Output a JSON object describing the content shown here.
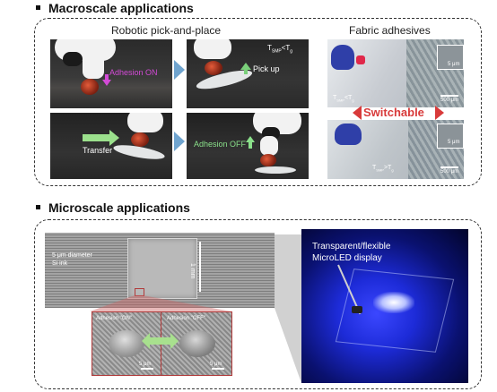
{
  "macroscale": {
    "heading": "Macroscale applications",
    "robotic": {
      "title": "Robotic pick-and-place",
      "adhesion_on": "Adhesion ON",
      "pick_up": "Pick up",
      "transfer": "Transfer",
      "adhesion_off": "Adhesion OFF",
      "temp_label": "T",
      "temp_sub": "SMP",
      "temp_op": "<T",
      "temp_sub2": "g"
    },
    "fabric": {
      "title": "Fabric adhesives",
      "switchable": "Switchable",
      "temp_top_main": "T",
      "temp_top_sub": "SMP",
      "temp_top_op": "<T",
      "temp_top_sub2": "g",
      "temp_bot_main": "T",
      "temp_bot_sub": "SMP",
      "temp_bot_op": ">T",
      "temp_bot_sub2": "g",
      "scale_inset_top": "5 μm",
      "scale_main_top": "500 μm",
      "scale_inset_bot": "5 μm",
      "scale_main_bot": "500 μm"
    }
  },
  "microscale": {
    "heading": "Microscale applications",
    "sem": {
      "label_line1": "5 μm diameter",
      "label_line2": "Si ink",
      "scale_vertical": "1 mm",
      "adhesion_on": "Adhesion \"ON\"",
      "adhesion_off": "Adhesion \"OFF\"",
      "scale_inset_left": "5 μm",
      "scale_inset_right": "5 μm"
    },
    "microled": {
      "line1": "Transparent/flexible",
      "line2": "MicroLED display"
    }
  },
  "colors": {
    "adhesion_on_text": "#d34ad6",
    "pick_up_arrow": "#7ad07a",
    "transfer_arrow": "#9be08c",
    "adhesion_off_text": "#8ae08a",
    "switchable_text": "#d83a3a",
    "microled_blue": "#1d2bd8",
    "inset_border": "#b13a3a"
  }
}
